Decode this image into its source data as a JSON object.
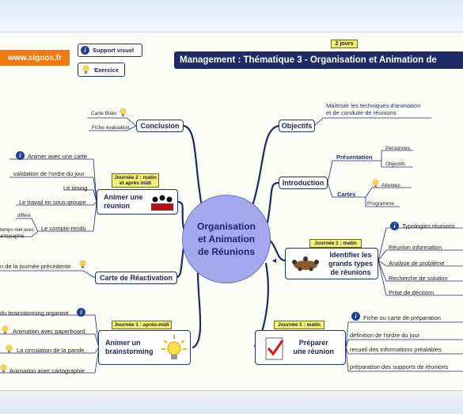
{
  "header": {
    "site": "www.signos.fr",
    "support_visuel": "Support visuel",
    "exercice": "Exercice",
    "duration": "2 jours",
    "title": "Management : Thématique 3 - Organisation et Animation de"
  },
  "center": {
    "line1": "Organisation",
    "line2": "et Animation",
    "line3": "de Réunions"
  },
  "objectifs": {
    "label": "Objectifs",
    "leaf_line1": "Maîtriser les techniques d'animation",
    "leaf_line2": "et de conduite de réunions"
  },
  "introduction": {
    "label": "Introduction",
    "presentation": "Présentation",
    "personnes": "Personnes",
    "objectifs": "Objectifs",
    "cartes": "Cartes",
    "attentes": "Attentes",
    "programme": "Programme"
  },
  "identifier": {
    "tag": "Journée 1 : matin",
    "line1": "Identifier les",
    "line2": "grands types",
    "line3": "de réunions",
    "leaves": [
      "Typologies réunions",
      "Réunion information",
      "Analyse de problème",
      "Recherche de solution",
      "Prise de décision"
    ]
  },
  "preparer": {
    "tag": "Journée 1 : matin",
    "line1": "Préparer",
    "line2": "une réunion",
    "leaves": [
      "Fiche ou carte de préparation",
      "définition de l'ordre du jour",
      "recueil des informations préalables",
      "préparation des supports de réunions"
    ]
  },
  "conclusion": {
    "label": "Conclusion",
    "carte_bilan": "Carte Bilan",
    "fiche_evaluation": "Fiche évaluation"
  },
  "animer": {
    "tag_line1": "Journée 2 : matin",
    "tag_line2": "et après midi",
    "line1": "Animer une",
    "line2": "réunion",
    "leaves": [
      "Animer avec une carte",
      "validation de l'ordre du jour",
      "Le timing",
      "Le travail en sous-groupe",
      "Le compte-rendu"
    ],
    "cr_differe": "différé",
    "cr_temps_reel_1": "temps-réel avec",
    "cr_temps_reel_2": "artographie"
  },
  "reactivation": {
    "label": "Carte de Réactivation",
    "leaf": "n de la journée précédente"
  },
  "brainstorming": {
    "tag": "Journée 1 : après-midi",
    "line1": "Animer un",
    "line2": "brainstorming",
    "leaves": [
      "du brainstorming organisé",
      "Animation avec paperboard",
      "La circulation de la parole",
      "Animation avec cartographie"
    ]
  },
  "colors": {
    "header_bg": "#1d2a66",
    "site_bg": "#f07a10",
    "center_fill": "#a4a8ec",
    "branch": "#1d2a66",
    "tag_fill": "#f3ef79"
  }
}
